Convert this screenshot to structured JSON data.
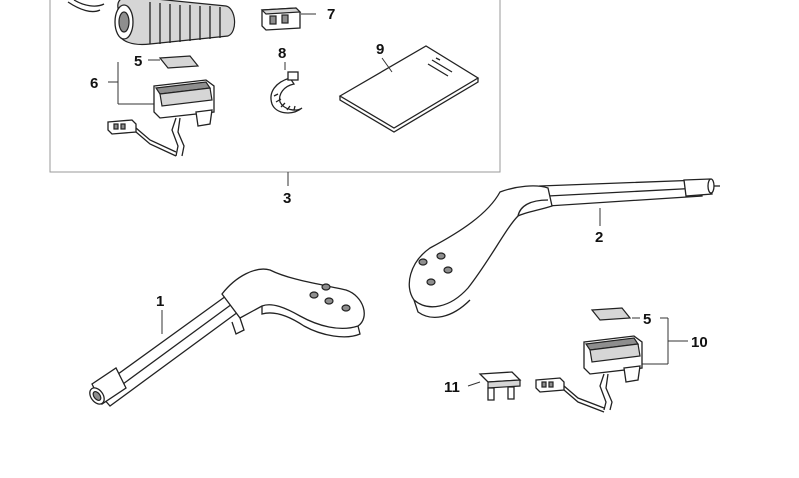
{
  "callouts": {
    "c1": "1",
    "c2": "2",
    "c3": "3",
    "c5a": "5",
    "c5b": "5",
    "c6": "6",
    "c7": "7",
    "c8": "8",
    "c9": "9",
    "c10": "10",
    "c11": "11"
  }
}
